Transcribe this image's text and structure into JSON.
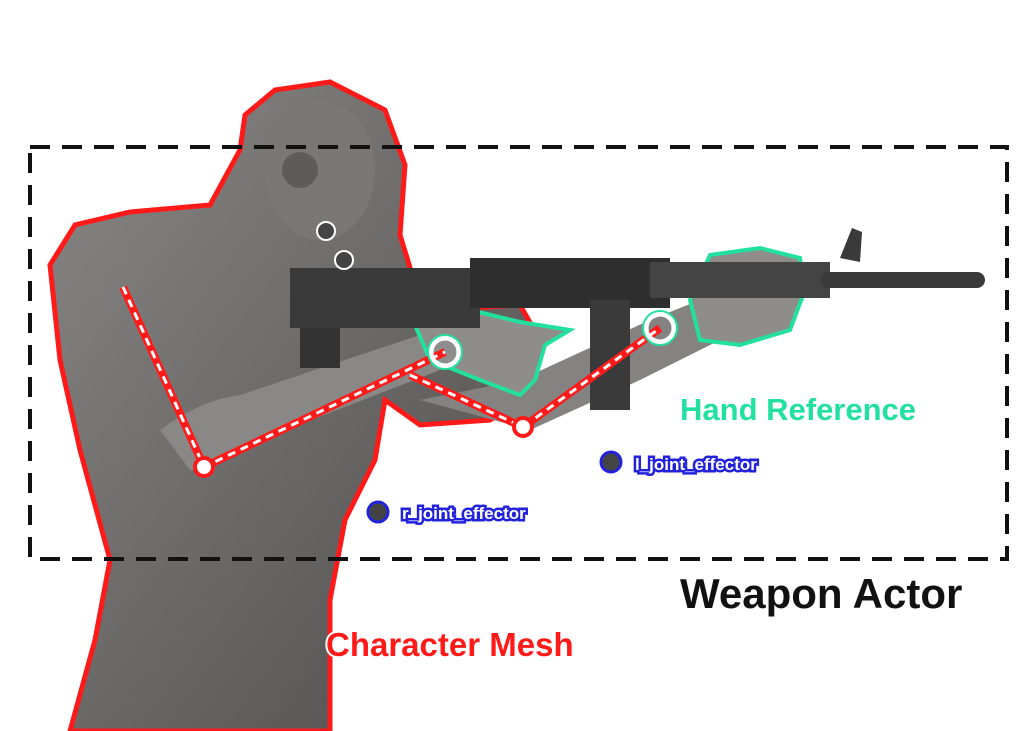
{
  "labels": {
    "hand_reference": "Hand Reference",
    "l_joint_effector": "l_joint_effector",
    "r_joint_effector": "r_joint_effector",
    "weapon_actor": "Weapon Actor",
    "character_mesh": "Character Mesh"
  },
  "colors": {
    "character_outline": "#ff1a1a",
    "hand_outline": "#22e0a0",
    "effector": "#2222dd",
    "weapon_box": "#111111",
    "body": "#6e6c6a"
  }
}
